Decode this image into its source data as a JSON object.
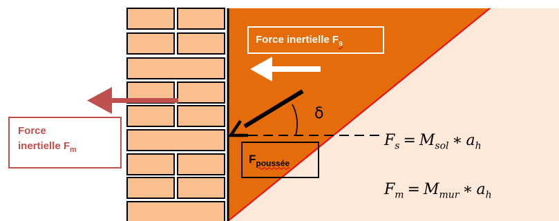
{
  "labels": {
    "force_sol": {
      "text": "Force inertielle F",
      "sub": "s"
    },
    "force_mur": {
      "line1": "Force",
      "line2": "inertielle F",
      "sub": "m"
    },
    "poussee": {
      "text": "F",
      "sub": "poussée"
    },
    "angle": "δ"
  },
  "equations": {
    "fs": {
      "lhs": "F",
      "lhs_sub": "s",
      "eq": "=",
      "m": "M",
      "m_sub": "sol",
      "times": "∗",
      "a": "a",
      "a_sub": "h"
    },
    "fm": {
      "lhs": "F",
      "lhs_sub": "m",
      "eq": "=",
      "m": "M",
      "m_sub": "mur",
      "times": "∗",
      "a": "a",
      "a_sub": "h"
    }
  },
  "colors": {
    "soil_wedge": "#e46c0a",
    "soil_background": "#fde9d9",
    "brick": "#f9bf8f",
    "wall_arrow": "#c0504d",
    "soil_arrow": "#ffffff",
    "failure_line": "#ff0000"
  }
}
